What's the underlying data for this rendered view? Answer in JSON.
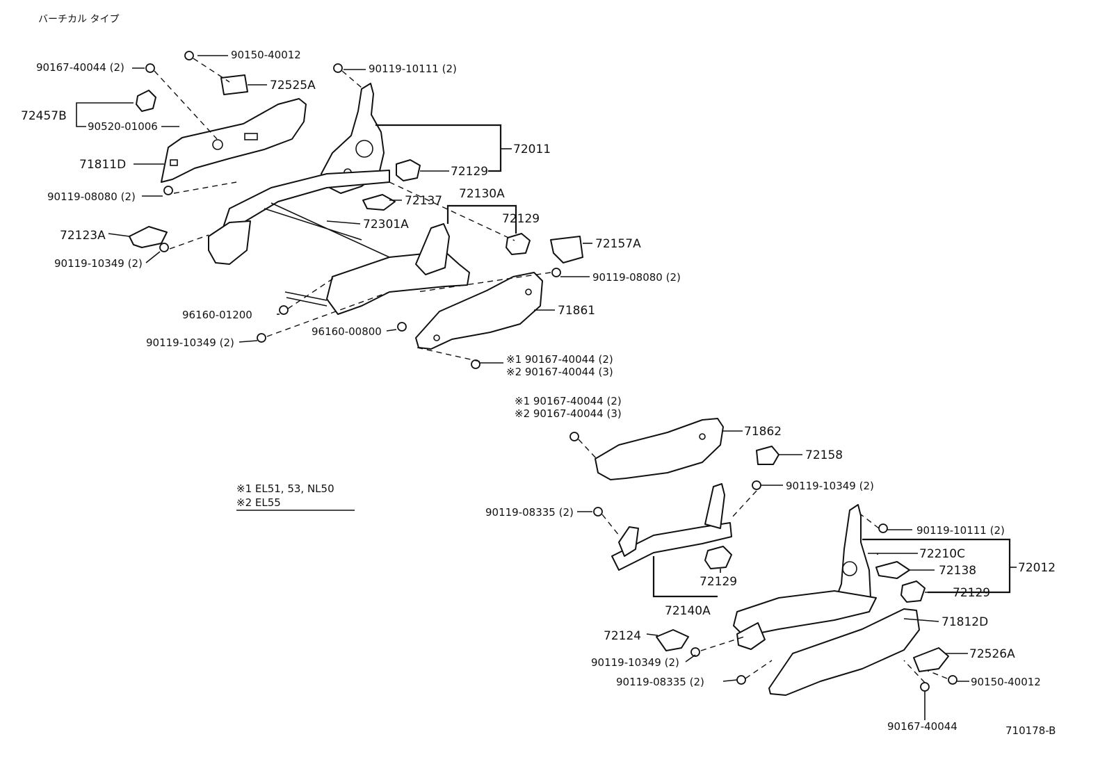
{
  "title": "バーチカル タイプ",
  "footer_code": "710178-B",
  "notes": {
    "n1": "※1 EL51, 53, NL50",
    "n2": "※2 EL55"
  },
  "labels": {
    "p90150_40012_top": "90150-40012",
    "p90167_40044_2_top": "90167-40044 (2)",
    "p90119_10111_2_top": "90119-10111 (2)",
    "p72525A": "72525A",
    "p72457B": "72457B",
    "p90520_01006": "90520-01006",
    "p71811D": "71811D",
    "p72011": "72011",
    "p72129_a": "72129",
    "p90119_08080_2_left": "90119-08080 (2)",
    "p72137": "72137",
    "p72130A": "72130A",
    "p72129_b": "72129",
    "p72301A": "72301A",
    "p72123A": "72123A",
    "p72157A": "72157A",
    "p90119_10349_2_a": "90119-10349 (2)",
    "p90119_08080_2_right": "90119-08080 (2)",
    "p71861": "71861",
    "p96160_01200": "96160-01200",
    "p96160_00800": "96160-00800",
    "p90119_10349_2_b": "90119-10349 (2)",
    "p_s1_90167_40044_2_a": "※1 90167-40044 (2)",
    "p_s2_90167_40044_3_a": "※2 90167-40044 (3)",
    "p_s1_90167_40044_2_b": "※1 90167-40044 (2)",
    "p_s2_90167_40044_3_b": "※2 90167-40044 (3)",
    "p71862": "71862",
    "p72158": "72158",
    "p90119_10349_2_c": "90119-10349 (2)",
    "p90119_08335_2_a": "90119-08335 (2)",
    "p90119_10111_2_bottom": "90119-10111 (2)",
    "p72210C": "72210C",
    "p72012": "72012",
    "p72138": "72138",
    "p72129_c": "72129",
    "p72129_d": "72129",
    "p72140A": "72140A",
    "p71812D": "71812D",
    "p72124": "72124",
    "p72526A": "72526A",
    "p90119_10349_2_d": "90119-10349 (2)",
    "p90150_40012_bottom": "90150-40012",
    "p90119_08335_2_b": "90119-08335 (2)",
    "p90167_40044_bottom": "90167-40044"
  }
}
